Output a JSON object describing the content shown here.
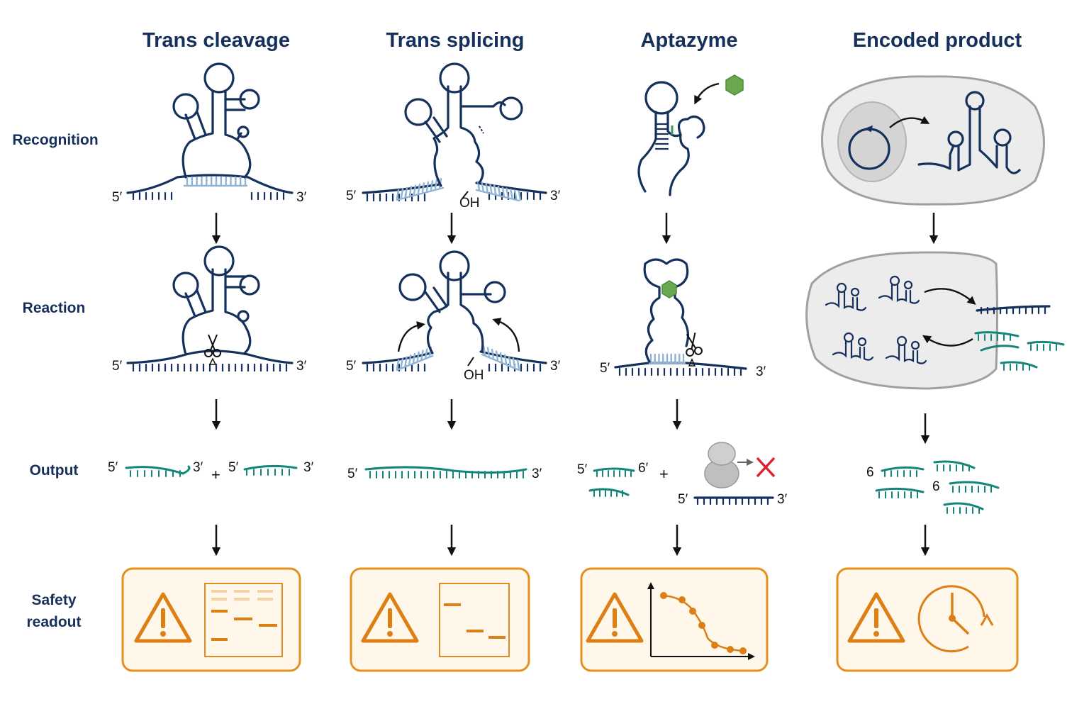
{
  "columns": [
    {
      "title": "Trans cleavage"
    },
    {
      "title": "Trans splicing"
    },
    {
      "title": "Aptazyme"
    },
    {
      "title": "Encoded product"
    }
  ],
  "rows": [
    {
      "label": "Recognition"
    },
    {
      "label": "Reaction"
    },
    {
      "label": "Output"
    },
    {
      "label_lines": [
        "Safety",
        "readout"
      ]
    }
  ],
  "labels": {
    "five_prime": "5′",
    "three_prime": "3′",
    "six_prime": "6′",
    "hydroxyl": "OH",
    "plus": "+",
    "six": "6"
  },
  "icons": {
    "scissors": "scissors-icon",
    "warning": "warning-triangle-icon",
    "gel": "gel-bands-icon",
    "curve": "dose-response-curve-icon",
    "clock": "clock-cycle-icon",
    "ligand": "hexagon-ligand-icon",
    "ribosome": "ribosome-icon",
    "blocked": "red-x-icon"
  },
  "colors": {
    "navy": "#16305c",
    "light_blue": "#8fb3d4",
    "teal": "#13857a",
    "orange": "#dd7f14",
    "green": "#6aa84f",
    "red": "#d9232e",
    "cell_gray": "#ececec"
  }
}
